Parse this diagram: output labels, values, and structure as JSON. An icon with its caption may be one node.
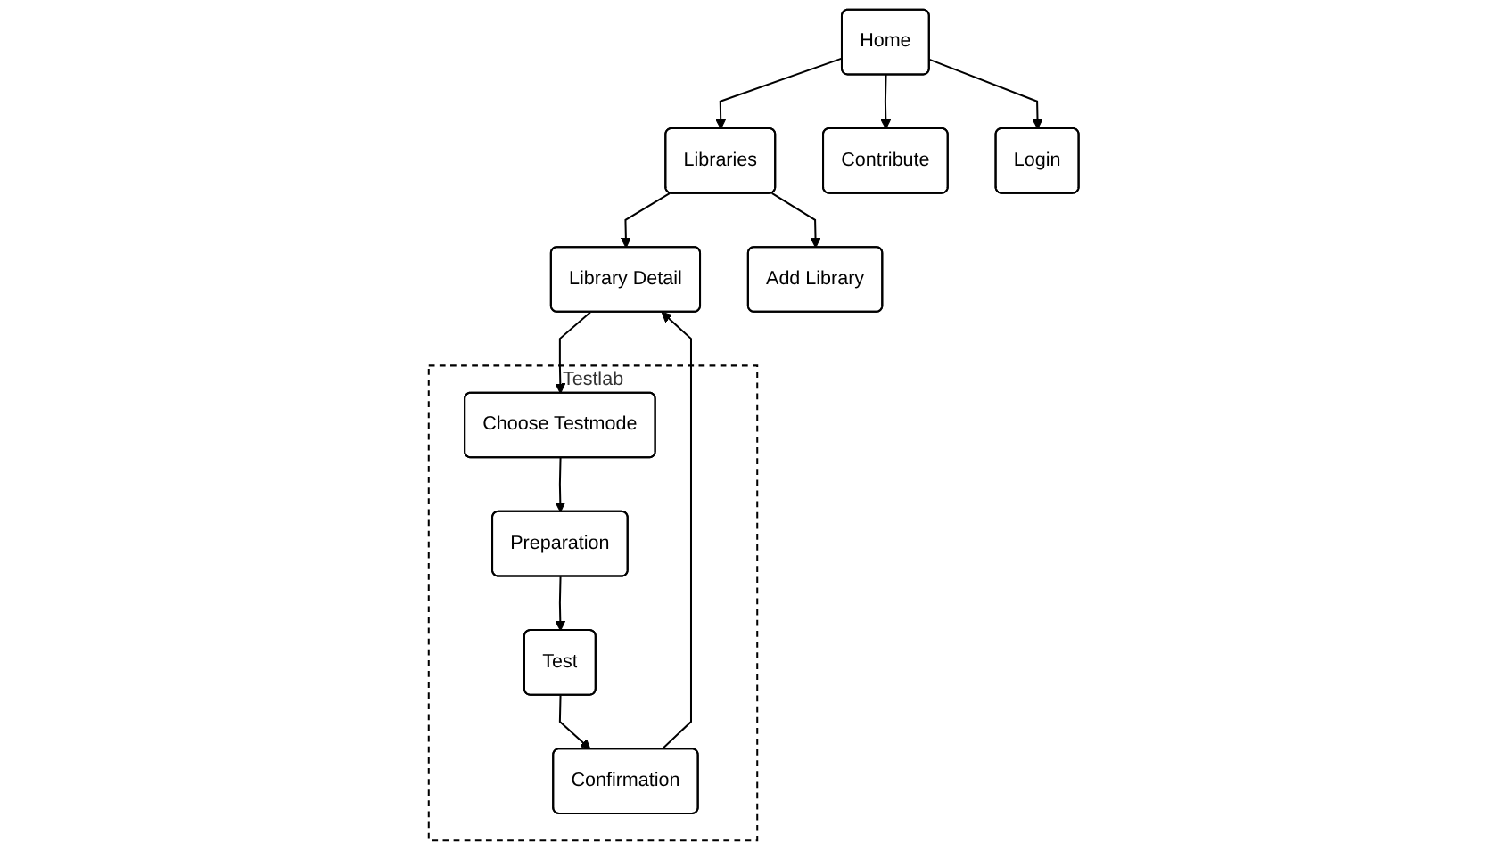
{
  "diagram": {
    "nodes": [
      {
        "text": [
          "Home"
        ]
      },
      {
        "text": [
          "Libraries"
        ]
      },
      {
        "text": [
          "Contribute"
        ]
      },
      {
        "text": [
          "Login"
        ]
      },
      {
        "text": [
          "Library Detail"
        ]
      },
      {
        "text": [
          "Add Library"
        ]
      },
      {
        "text": [
          "Testlab"
        ]
      },
      {
        "text": [
          "Choose Testmode"
        ],
        "in": 6
      },
      {
        "text": [
          "Preparation"
        ],
        "in": 6
      },
      {
        "text": [
          "Test"
        ],
        "in": 6
      },
      {
        "text": [
          "Confirmation"
        ],
        "in": 6
      }
    ],
    "edges": [
      {
        "from": 0,
        "to": 1,
        "arrow": "to"
      },
      {
        "from": 0,
        "to": 2,
        "arrow": "to"
      },
      {
        "from": 0,
        "to": 3,
        "arrow": "to"
      },
      {
        "from": 1,
        "to": 4,
        "arrow": "to"
      },
      {
        "from": 1,
        "to": 5,
        "arrow": "to"
      },
      {
        "from": 4,
        "to": 7,
        "arrow": "to"
      },
      {
        "from": 7,
        "to": 8,
        "arrow": "to"
      },
      {
        "from": 8,
        "to": 9,
        "arrow": "to"
      },
      {
        "from": 9,
        "to": 10,
        "arrow": "to"
      },
      {
        "from": 10,
        "to": 4,
        "arrow": "to"
      }
    ]
  }
}
